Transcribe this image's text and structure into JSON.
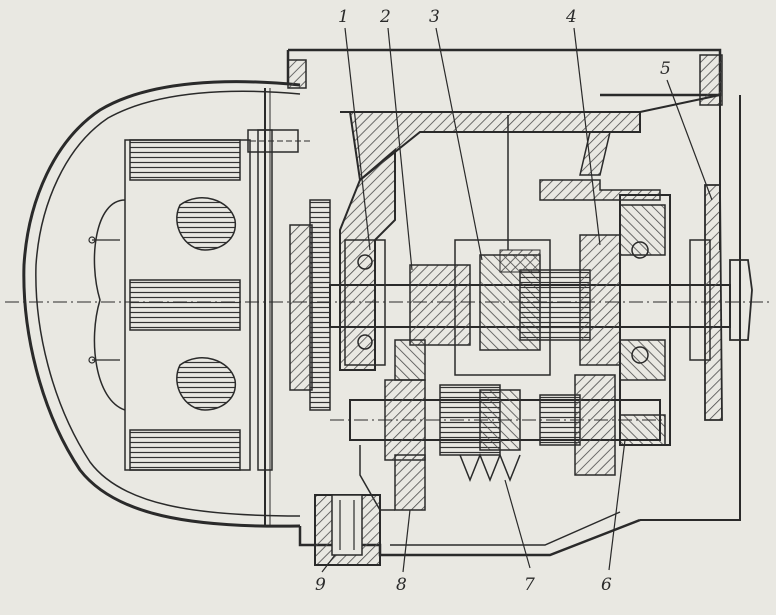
{
  "diagram": {
    "callouts": [
      {
        "id": "c1",
        "label": "1"
      },
      {
        "id": "c2",
        "label": "2"
      },
      {
        "id": "c3",
        "label": "3"
      },
      {
        "id": "c4",
        "label": "4"
      },
      {
        "id": "c5",
        "label": "5"
      },
      {
        "id": "c6",
        "label": "6"
      },
      {
        "id": "c7",
        "label": "7"
      },
      {
        "id": "c8",
        "label": "8"
      },
      {
        "id": "c9",
        "label": "9"
      }
    ],
    "colors": {
      "paper": "#e9e8e2",
      "ink": "#2a2a2a",
      "hatch": "#4a4a4a"
    }
  }
}
